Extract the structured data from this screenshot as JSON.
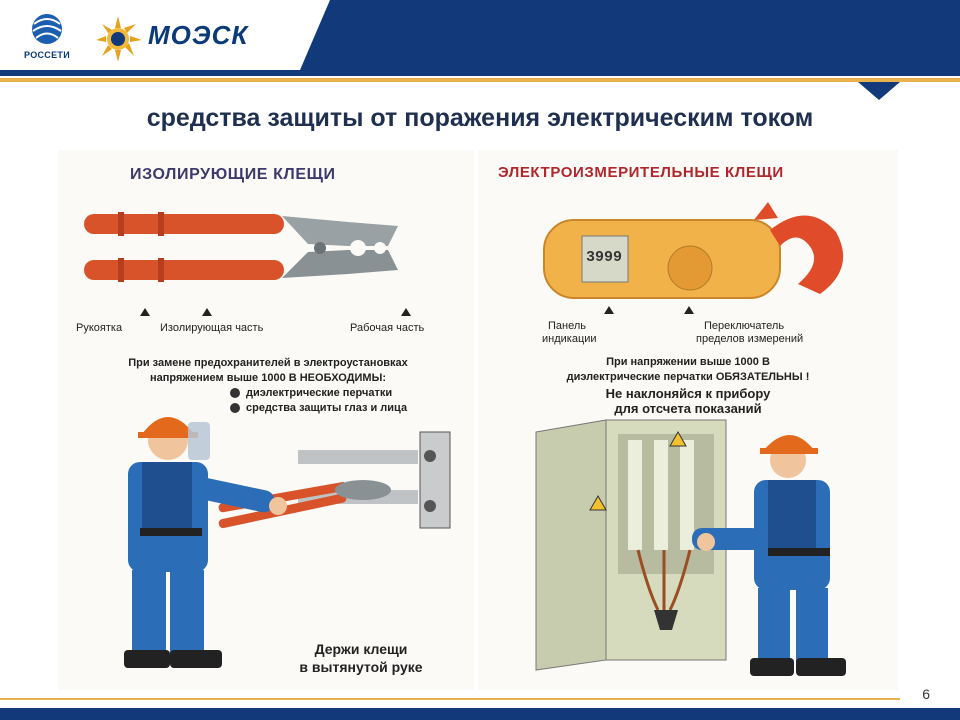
{
  "header": {
    "rosseti_label": "РОССЕТИ",
    "moesk_name": "МОЭСК",
    "accent_blue": "#123a7b",
    "accent_gold": "#e7b24b"
  },
  "slide": {
    "title": "средства защиты от поражения электрическим током",
    "page_number": "6"
  },
  "left_panel": {
    "title": "ИЗОЛИРУЮЩИЕ КЛЕЩИ",
    "labels": {
      "handle": "Рукоятка",
      "insulating_part": "Изолирующая часть",
      "working_part": "Рабочая часть"
    },
    "note_line1": "При замене предохранителей в электроустановках",
    "note_line2": "напряжением выше 1000 В НЕОБХОДИМЫ:",
    "requirements": [
      "диэлектрические перчатки",
      "средства защиты глаз и лица"
    ],
    "caption_line1": "Держи клещи",
    "caption_line2": "в вытянутой руке"
  },
  "right_panel": {
    "title": "ЭЛЕКТРОИЗМЕРИТЕЛЬНЫЕ КЛЕЩИ",
    "display_value": "3999",
    "labels": {
      "panel_line1": "Панель",
      "panel_line2": "индикации",
      "switch_line1": "Переключатель",
      "switch_line2": "пределов измерений"
    },
    "note_line1": "При напряжении выше 1000 В",
    "note_line2": "диэлектрические перчатки ОБЯЗАТЕЛЬНЫ !",
    "caption_line1": "Не наклоняйся к прибору",
    "caption_line2": "для отсчета показаний"
  }
}
